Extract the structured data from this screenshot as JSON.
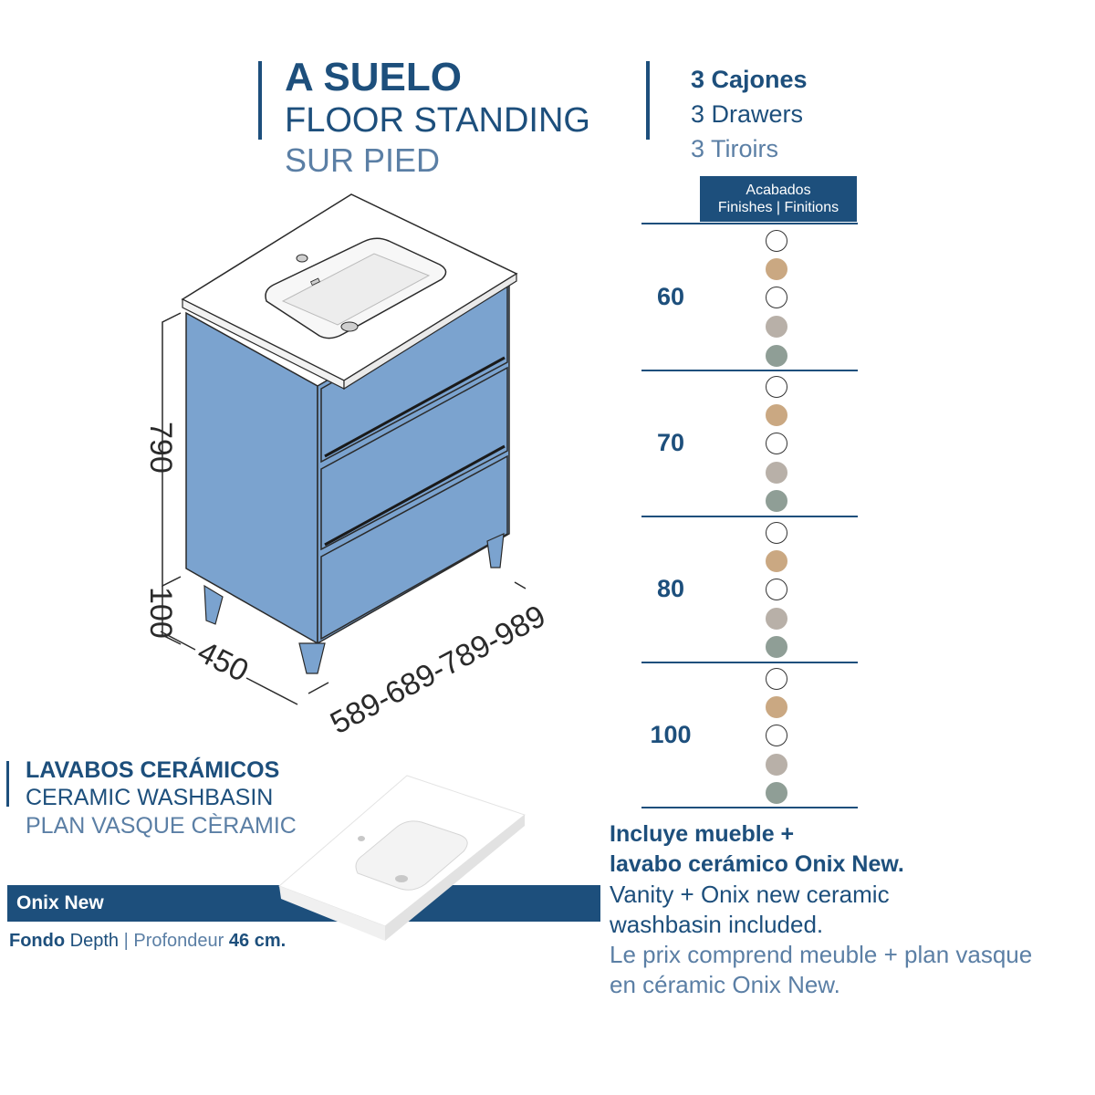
{
  "header": {
    "title": "A SUELO",
    "subtitle_en": "FLOOR STANDING",
    "subtitle_fr": "SUR PIED"
  },
  "drawers": {
    "es": "3 Cajones",
    "en": "3 Drawers",
    "fr": "3 Tiroirs"
  },
  "finishes": {
    "header_line1": "Acabados",
    "header_line2": "Finishes | Finitions",
    "colors": [
      "#ffffff",
      "#caa882",
      "#ffffff",
      "#b8b0a8",
      "#8f9e96"
    ]
  },
  "sizes": [
    {
      "label": "60"
    },
    {
      "label": "70"
    },
    {
      "label": "80"
    },
    {
      "label": "100"
    }
  ],
  "drawing": {
    "height_main": "790",
    "height_legs": "100",
    "depth": "450",
    "widths": "589-689-789-989",
    "cabinet_color": "#7ba3cf"
  },
  "washbasin": {
    "title_es": "LAVABOS CERÁMICOS",
    "title_en": "CERAMIC WASHBASIN",
    "title_fr": "PLAN VASQUE CÈRAMIC",
    "model": "Onix New",
    "depth_es": "Fondo",
    "depth_en": "Depth",
    "depth_sep": "|",
    "depth_fr": "Profondeur",
    "depth_value": "46 cm."
  },
  "includes": {
    "es_line1": "Incluye mueble +",
    "es_line2": "lavabo cerámico Onix New.",
    "en_line1": "Vanity + Onix new ceramic",
    "en_line2": "washbasin included.",
    "fr_line1": "Le prix comprend meuble + plan vasque",
    "fr_line2": "en céramic Onix New."
  }
}
